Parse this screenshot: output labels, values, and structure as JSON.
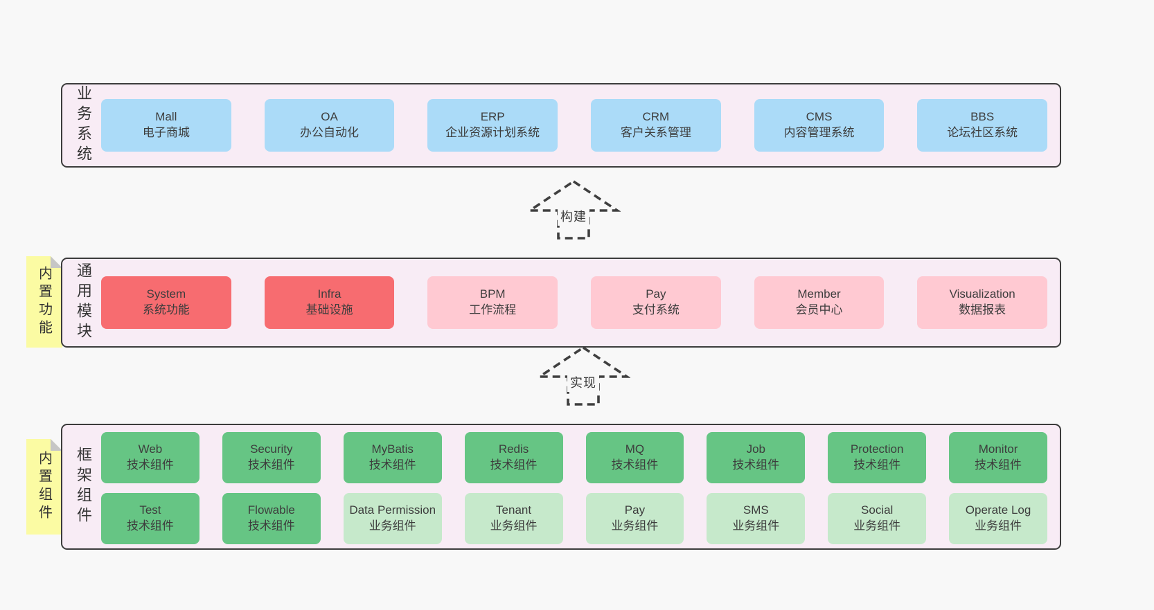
{
  "arrows": [
    {
      "label": "构建"
    },
    {
      "label": "实现"
    }
  ],
  "colors": {
    "page_bg": "#f8f8f8",
    "band_bg": "#f8ecf5",
    "band_border": "#3c3c3c",
    "blue_box": "#abdbf8",
    "red_box": "#f76c70",
    "pink_box": "#ffc9d2",
    "green_box": "#66c584",
    "lightgreen_box": "#c6e9cb",
    "note_yellow": "#fbfba3",
    "text": "#3d3d3d"
  },
  "bands": [
    {
      "label": "业务系统",
      "boxes": [
        {
          "title": "Mall",
          "subtitle": "电子商城",
          "variant": "blue"
        },
        {
          "title": "OA",
          "subtitle": "办公自动化",
          "variant": "blue"
        },
        {
          "title": "ERP",
          "subtitle": "企业资源计划系统",
          "variant": "blue"
        },
        {
          "title": "CRM",
          "subtitle": "客户关系管理",
          "variant": "blue"
        },
        {
          "title": "CMS",
          "subtitle": "内容管理系统",
          "variant": "blue"
        },
        {
          "title": "BBS",
          "subtitle": "论坛社区系统",
          "variant": "blue"
        }
      ]
    },
    {
      "label": "通用模块",
      "note": "内置功能",
      "boxes": [
        {
          "title": "System",
          "subtitle": "系统功能",
          "variant": "red"
        },
        {
          "title": "Infra",
          "subtitle": "基础设施",
          "variant": "red"
        },
        {
          "title": "BPM",
          "subtitle": "工作流程",
          "variant": "pink"
        },
        {
          "title": "Pay",
          "subtitle": "支付系统",
          "variant": "pink"
        },
        {
          "title": "Member",
          "subtitle": "会员中心",
          "variant": "pink"
        },
        {
          "title": "Visualization",
          "subtitle": "数据报表",
          "variant": "pink"
        }
      ]
    },
    {
      "label": "框架组件",
      "note": "内置组件",
      "row_a": [
        {
          "title": "Web",
          "subtitle": "技术组件",
          "variant": "green"
        },
        {
          "title": "Security",
          "subtitle": "技术组件",
          "variant": "green"
        },
        {
          "title": "MyBatis",
          "subtitle": "技术组件",
          "variant": "green"
        },
        {
          "title": "Redis",
          "subtitle": "技术组件",
          "variant": "green"
        },
        {
          "title": "MQ",
          "subtitle": "技术组件",
          "variant": "green"
        },
        {
          "title": "Job",
          "subtitle": "技术组件",
          "variant": "green"
        },
        {
          "title": "Protection",
          "subtitle": "技术组件",
          "variant": "green"
        },
        {
          "title": "Monitor",
          "subtitle": "技术组件",
          "variant": "green"
        }
      ],
      "row_b": [
        {
          "title": "Test",
          "subtitle": "技术组件",
          "variant": "green"
        },
        {
          "title": "Flowable",
          "subtitle": "技术组件",
          "variant": "green"
        },
        {
          "title": "Data Permission",
          "subtitle": "业务组件",
          "variant": "lightgreen"
        },
        {
          "title": "Tenant",
          "subtitle": "业务组件",
          "variant": "lightgreen"
        },
        {
          "title": "Pay",
          "subtitle": "业务组件",
          "variant": "lightgreen"
        },
        {
          "title": "SMS",
          "subtitle": "业务组件",
          "variant": "lightgreen"
        },
        {
          "title": "Social",
          "subtitle": "业务组件",
          "variant": "lightgreen"
        },
        {
          "title": "Operate Log",
          "subtitle": "业务组件",
          "variant": "lightgreen"
        }
      ]
    }
  ]
}
